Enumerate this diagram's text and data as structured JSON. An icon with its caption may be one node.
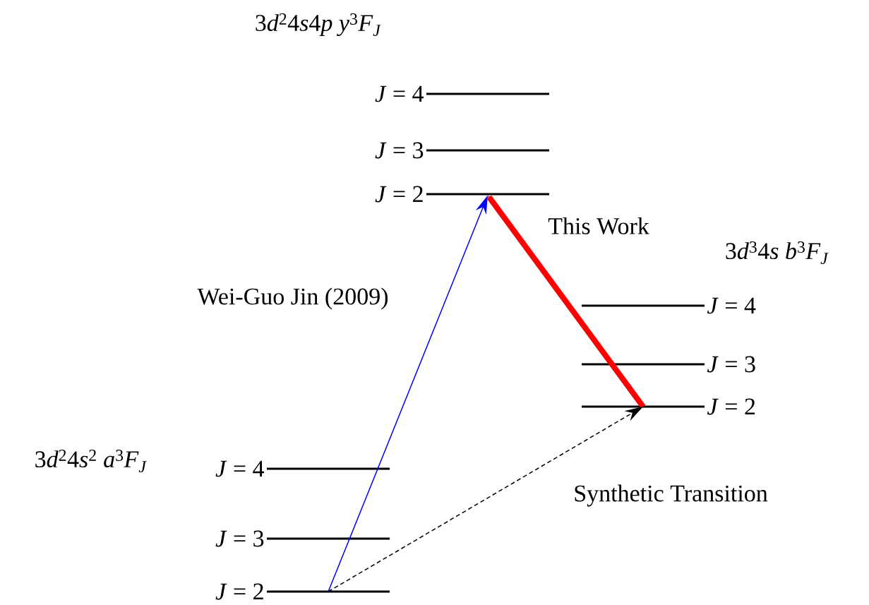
{
  "diagram": {
    "nodes": [
      {
        "text": [
          "*J* = 4"
        ]
      },
      {
        "text": [
          "*J* = 3"
        ]
      },
      {
        "text": [
          "*J* = 2"
        ]
      },
      {
        "text": [
          "*J* = 4"
        ]
      },
      {
        "text": [
          "*J* = 3"
        ]
      },
      {
        "text": [
          "*J* = 2"
        ]
      },
      {
        "text": [
          "*J* = 4"
        ]
      },
      {
        "text": [
          "*J* = 3"
        ]
      },
      {
        "text": [
          "*J* = 2"
        ]
      }
    ],
    "edges": [
      {
        "from": 8,
        "to": 2,
        "arrow": "to",
        "label": "Wei-Guo Jin (2009)",
        "color": "#0000ff"
      },
      {
        "from": 5,
        "to": 2,
        "arrow": "to",
        "label": "This Work",
        "style": "thick",
        "color": "#ff0000"
      },
      {
        "from": 8,
        "to": 5,
        "arrow": "to",
        "label": "Synthetic Transition",
        "style": "dashed",
        "color": "#000000"
      }
    ],
    "labels": [
      "3d^2 4s4p\\ y^3F_J",
      "3d^3 4s\\ b^3F_J",
      "3d^2 4s^2\\ a^3F_J"
    ]
  }
}
